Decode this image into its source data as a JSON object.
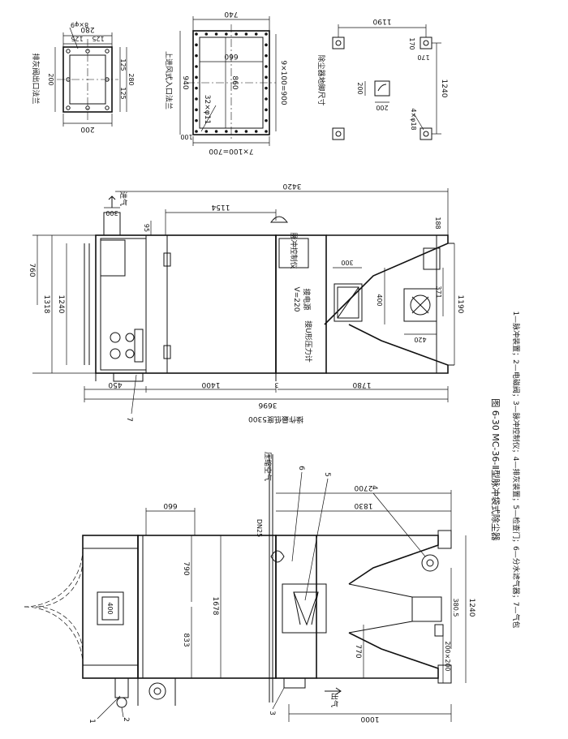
{
  "caption": {
    "title": "图 6-30   MC-36-Ⅱ型脉冲袋式除尘器",
    "legend_line1": "1—脉冲装置；2—电磁阀；3—脉冲控制仪；4—排灰装置；5—检查门；6—分水滤气器；7—气包"
  },
  "flange_outlet": {
    "title": "排灰阀出口法兰",
    "d_280_top": "280",
    "d_125a": "125",
    "d_125b": "125",
    "holes": "8×φ9",
    "d_200_left": "200",
    "d_125_r1": "125",
    "d_125_r2": "125",
    "d_280_right": "280",
    "d_200_bottom": "200"
  },
  "flange_inlet": {
    "title": "上进风式入口法兰",
    "d_740": "740",
    "d_660": "660",
    "d_940": "940",
    "d_860": "860",
    "holes": "32×φ11",
    "d_9x100": "9×100=900",
    "d_100": "100",
    "d_7x100": "7×100=700"
  },
  "footprint": {
    "title": "除尘器地脚尺寸",
    "d_1190": "1190",
    "d_170a": "170",
    "d_170b": "170",
    "d_200v": "200",
    "d_200h": "200",
    "holes": "4×φ18",
    "d_1240": "1240"
  },
  "side_view": {
    "air_in": "进气",
    "d_300": "300",
    "d_3420": "3420",
    "d_95": "95",
    "d_1154": "1154",
    "d_188": "188",
    "d_760": "760",
    "d_1318": "1318",
    "d_1240": "1240",
    "controller": "脉冲控制仪",
    "power": "接电源",
    "voltage": "V=220",
    "manometer": "接U形压力计",
    "d_300b": "300",
    "d_400": "400",
    "d_371": "371",
    "d_1190": "1190",
    "d_420": "420",
    "d_450": "450",
    "d_1400": "1400",
    "d_3": "3",
    "d_1780": "1780",
    "d_3696": "3696",
    "d_5300": "操作最低度5300",
    "label7": "7"
  },
  "front_view": {
    "compressed_air": "压缩空气",
    "label6": "6",
    "label5": "5",
    "label4": "4",
    "label3": "3",
    "label2": "2",
    "label1": "1",
    "d_2700": "2700",
    "d_1830": "1830",
    "d_660": "660",
    "dn25": "DN25",
    "d_400": "400",
    "d_790": "790",
    "d_833": "833",
    "d_1678": "1678",
    "d_380_5": "380.5",
    "d_1240": "1240",
    "d_770": "770",
    "d_200x200": "200×200",
    "air_out": "出气",
    "d_1000": "1000"
  }
}
